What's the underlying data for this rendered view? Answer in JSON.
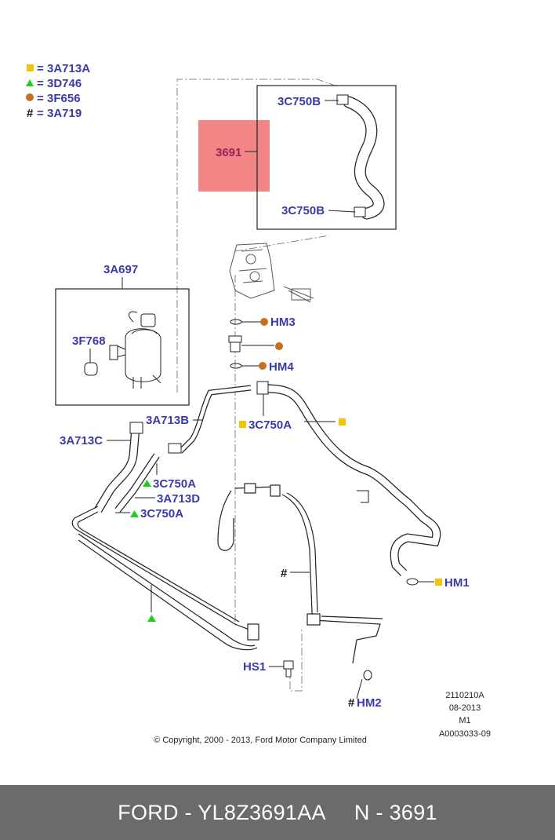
{
  "legend": [
    {
      "symbol": "yellow-square",
      "eq": "=",
      "part": "3A713A"
    },
    {
      "symbol": "green-triangle",
      "eq": "=",
      "part": "3D746"
    },
    {
      "symbol": "orange-circle",
      "eq": "=",
      "part": "3F656"
    },
    {
      "symbol": "#",
      "eq": "=",
      "part": "3A719"
    }
  ],
  "colors": {
    "yellow": "#f5c400",
    "green": "#22cc22",
    "orange": "#c87020",
    "label_blue": "#3a3aa8",
    "highlight": "#f07070",
    "footer_bg": "#6b6b6b"
  },
  "labels": {
    "hl_3691": "3691",
    "c3c750b_top": "3C750B",
    "c3c750b_bot": "3C750B",
    "c3a697": "3A697",
    "c3f768": "3F768",
    "hm3": "HM3",
    "hm4": "HM4",
    "c3a713b": "3A713B",
    "c3c750a_mid": "3C750A",
    "c3a713c": "3A713C",
    "c3c750a_a": "3C750A",
    "c3a713d": "3A713D",
    "c3c750a_b": "3C750A",
    "hm1": "HM1",
    "hash_mid": "#",
    "hs1": "HS1",
    "hash_hm2": "#",
    "hm2": "HM2"
  },
  "ref": {
    "line1": "2110210A",
    "line2": "08-2013",
    "line3": "M1",
    "line4": "A0003033-09"
  },
  "copyright": "© Copyright, 2000 - 2013, Ford Motor Company Limited",
  "footer": {
    "brand": "FORD - YL8Z3691AA",
    "ref": "N - 3691"
  }
}
